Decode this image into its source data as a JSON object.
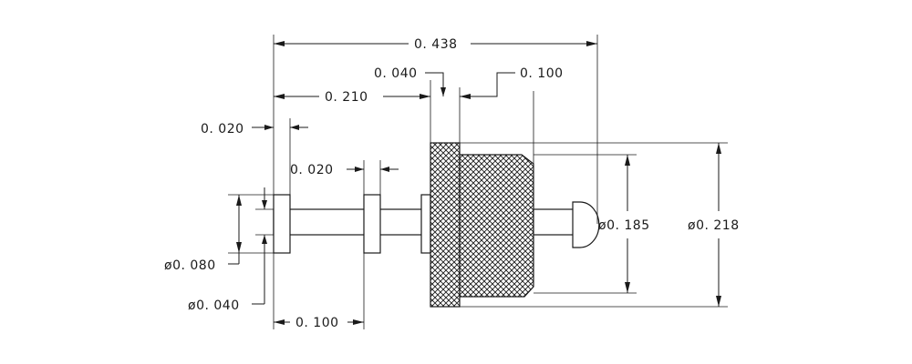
{
  "dimensions": {
    "overall_length": "0. 438",
    "length_to_knurl": "0. 210",
    "knurl_shoulder": "0. 040",
    "knurl_length": "0. 100",
    "flange_thickness_1": "0. 020",
    "flange_thickness_2": "0. 020",
    "flange_spacing": "0. 100",
    "flange_diameter": "ø0. 080",
    "pin_diameter": "ø0. 040",
    "knurl_diameter": "ø0. 185",
    "head_diameter": "ø0. 218"
  },
  "colors": {
    "ink": "#1a1a1a",
    "background": "#ffffff"
  }
}
